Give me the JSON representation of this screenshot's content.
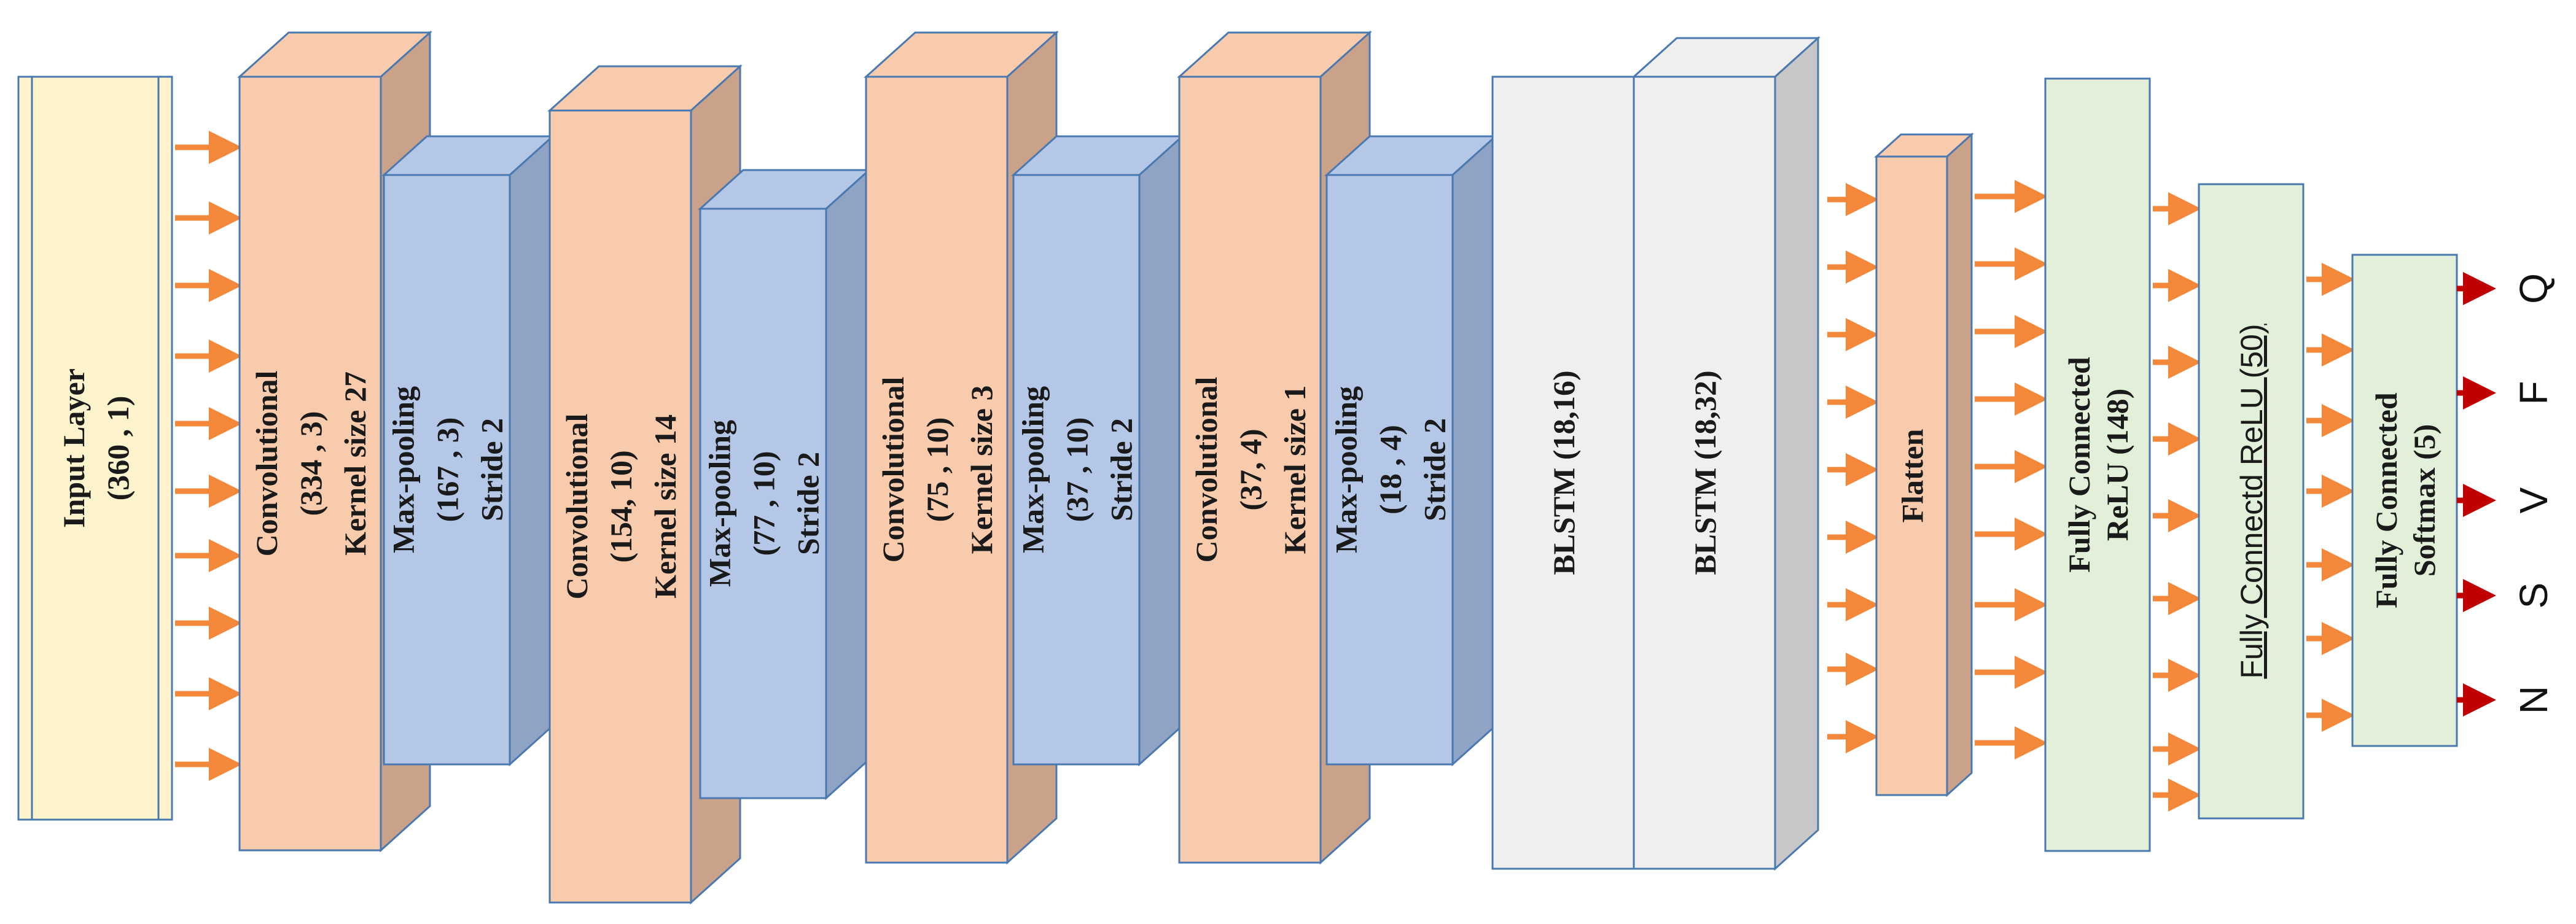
{
  "layers": [
    {
      "id": "input",
      "lines": [
        "Input Layer",
        "(360 , 1)"
      ]
    },
    {
      "id": "conv1",
      "lines": [
        "Convolutional",
        "(334 , 3)",
        "Kernel size 27"
      ]
    },
    {
      "id": "pool1",
      "lines": [
        "Max-pooling",
        "(167 , 3)",
        "Stride 2"
      ]
    },
    {
      "id": "conv2",
      "lines": [
        "Convolutional",
        "(154, 10)",
        "Kernel size 14"
      ]
    },
    {
      "id": "pool2",
      "lines": [
        "Max-pooling",
        "(77 , 10)",
        "Stride 2"
      ]
    },
    {
      "id": "conv3",
      "lines": [
        "Convolutional",
        "(75 , 10)",
        "Kernel size 3"
      ]
    },
    {
      "id": "pool3",
      "lines": [
        "Max-pooling",
        "(37 , 10)",
        "Stride 2"
      ]
    },
    {
      "id": "conv4",
      "lines": [
        "Convolutional",
        "(37, 4)",
        "Kernel size 1"
      ]
    },
    {
      "id": "pool4",
      "lines": [
        "Max-pooling",
        "(18 , 4)",
        "Stride 2"
      ]
    },
    {
      "id": "blstm1",
      "lines": [
        "BLSTM  (18,16)"
      ]
    },
    {
      "id": "blstm2",
      "lines": [
        "BLSTM  (18,32)"
      ]
    },
    {
      "id": "flatten",
      "lines": [
        "Flatten"
      ]
    },
    {
      "id": "fc1",
      "lines": [
        "Fully Connected",
        "ReLU (148)"
      ]
    },
    {
      "id": "fc2",
      "lines": [
        "Fully Connectd ReLU (50)"
      ]
    },
    {
      "id": "fc3",
      "lines": [
        "Fully Connected",
        "Softmax (5)"
      ]
    }
  ],
  "outputs": [
    "Q",
    "F",
    "V",
    "S",
    "N"
  ],
  "colors": {
    "input": "#fdf4cd",
    "conv": "#f8cbad",
    "conv_side": "#caa28a",
    "pool": "#b4c7e7",
    "pool_side": "#8fa3c4",
    "blstm": "#efefef",
    "blstm_side": "#c7c7c7",
    "fc": "#e2efd9",
    "border": "#4a78b0",
    "arrow": "#f4883a",
    "out_arrow": "#c00000"
  }
}
